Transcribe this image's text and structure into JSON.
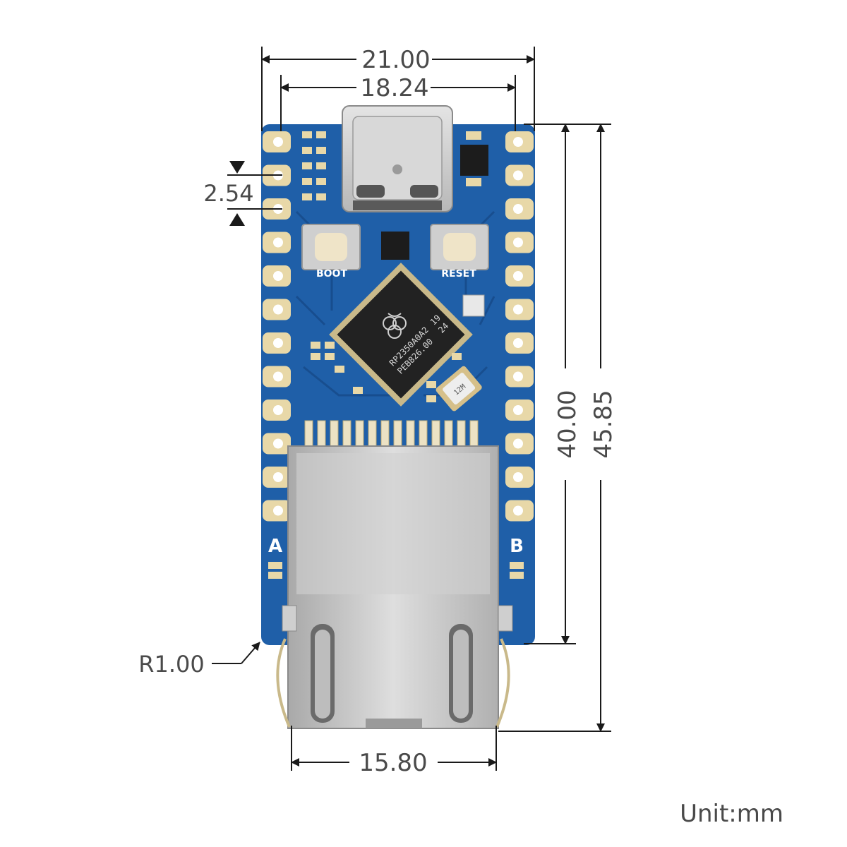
{
  "dimensions": {
    "overall_width": "21.00",
    "inner_pin_width": "18.24",
    "pin_pitch": "2.54",
    "board_height": "40.00",
    "overall_height": "45.85",
    "corner_radius": "R1.00",
    "rj45_width": "15.80"
  },
  "unit": "Unit:mm",
  "board": {
    "boot_label": "BOOT",
    "reset_label": "RESET",
    "chip_line1": "RP2350A0A2",
    "chip_line2": "PEB826.00",
    "chip_line3": "19",
    "chip_line4": "24",
    "side_a": "A",
    "side_b": "B",
    "crystal_text": "12M",
    "colors": {
      "pcb": "#1f5fa8",
      "pcb_dark": "#174c8c",
      "pad": "#e8d8a8",
      "metal": "#c9c9c9",
      "dimension_line": "#1a1a1a"
    }
  }
}
